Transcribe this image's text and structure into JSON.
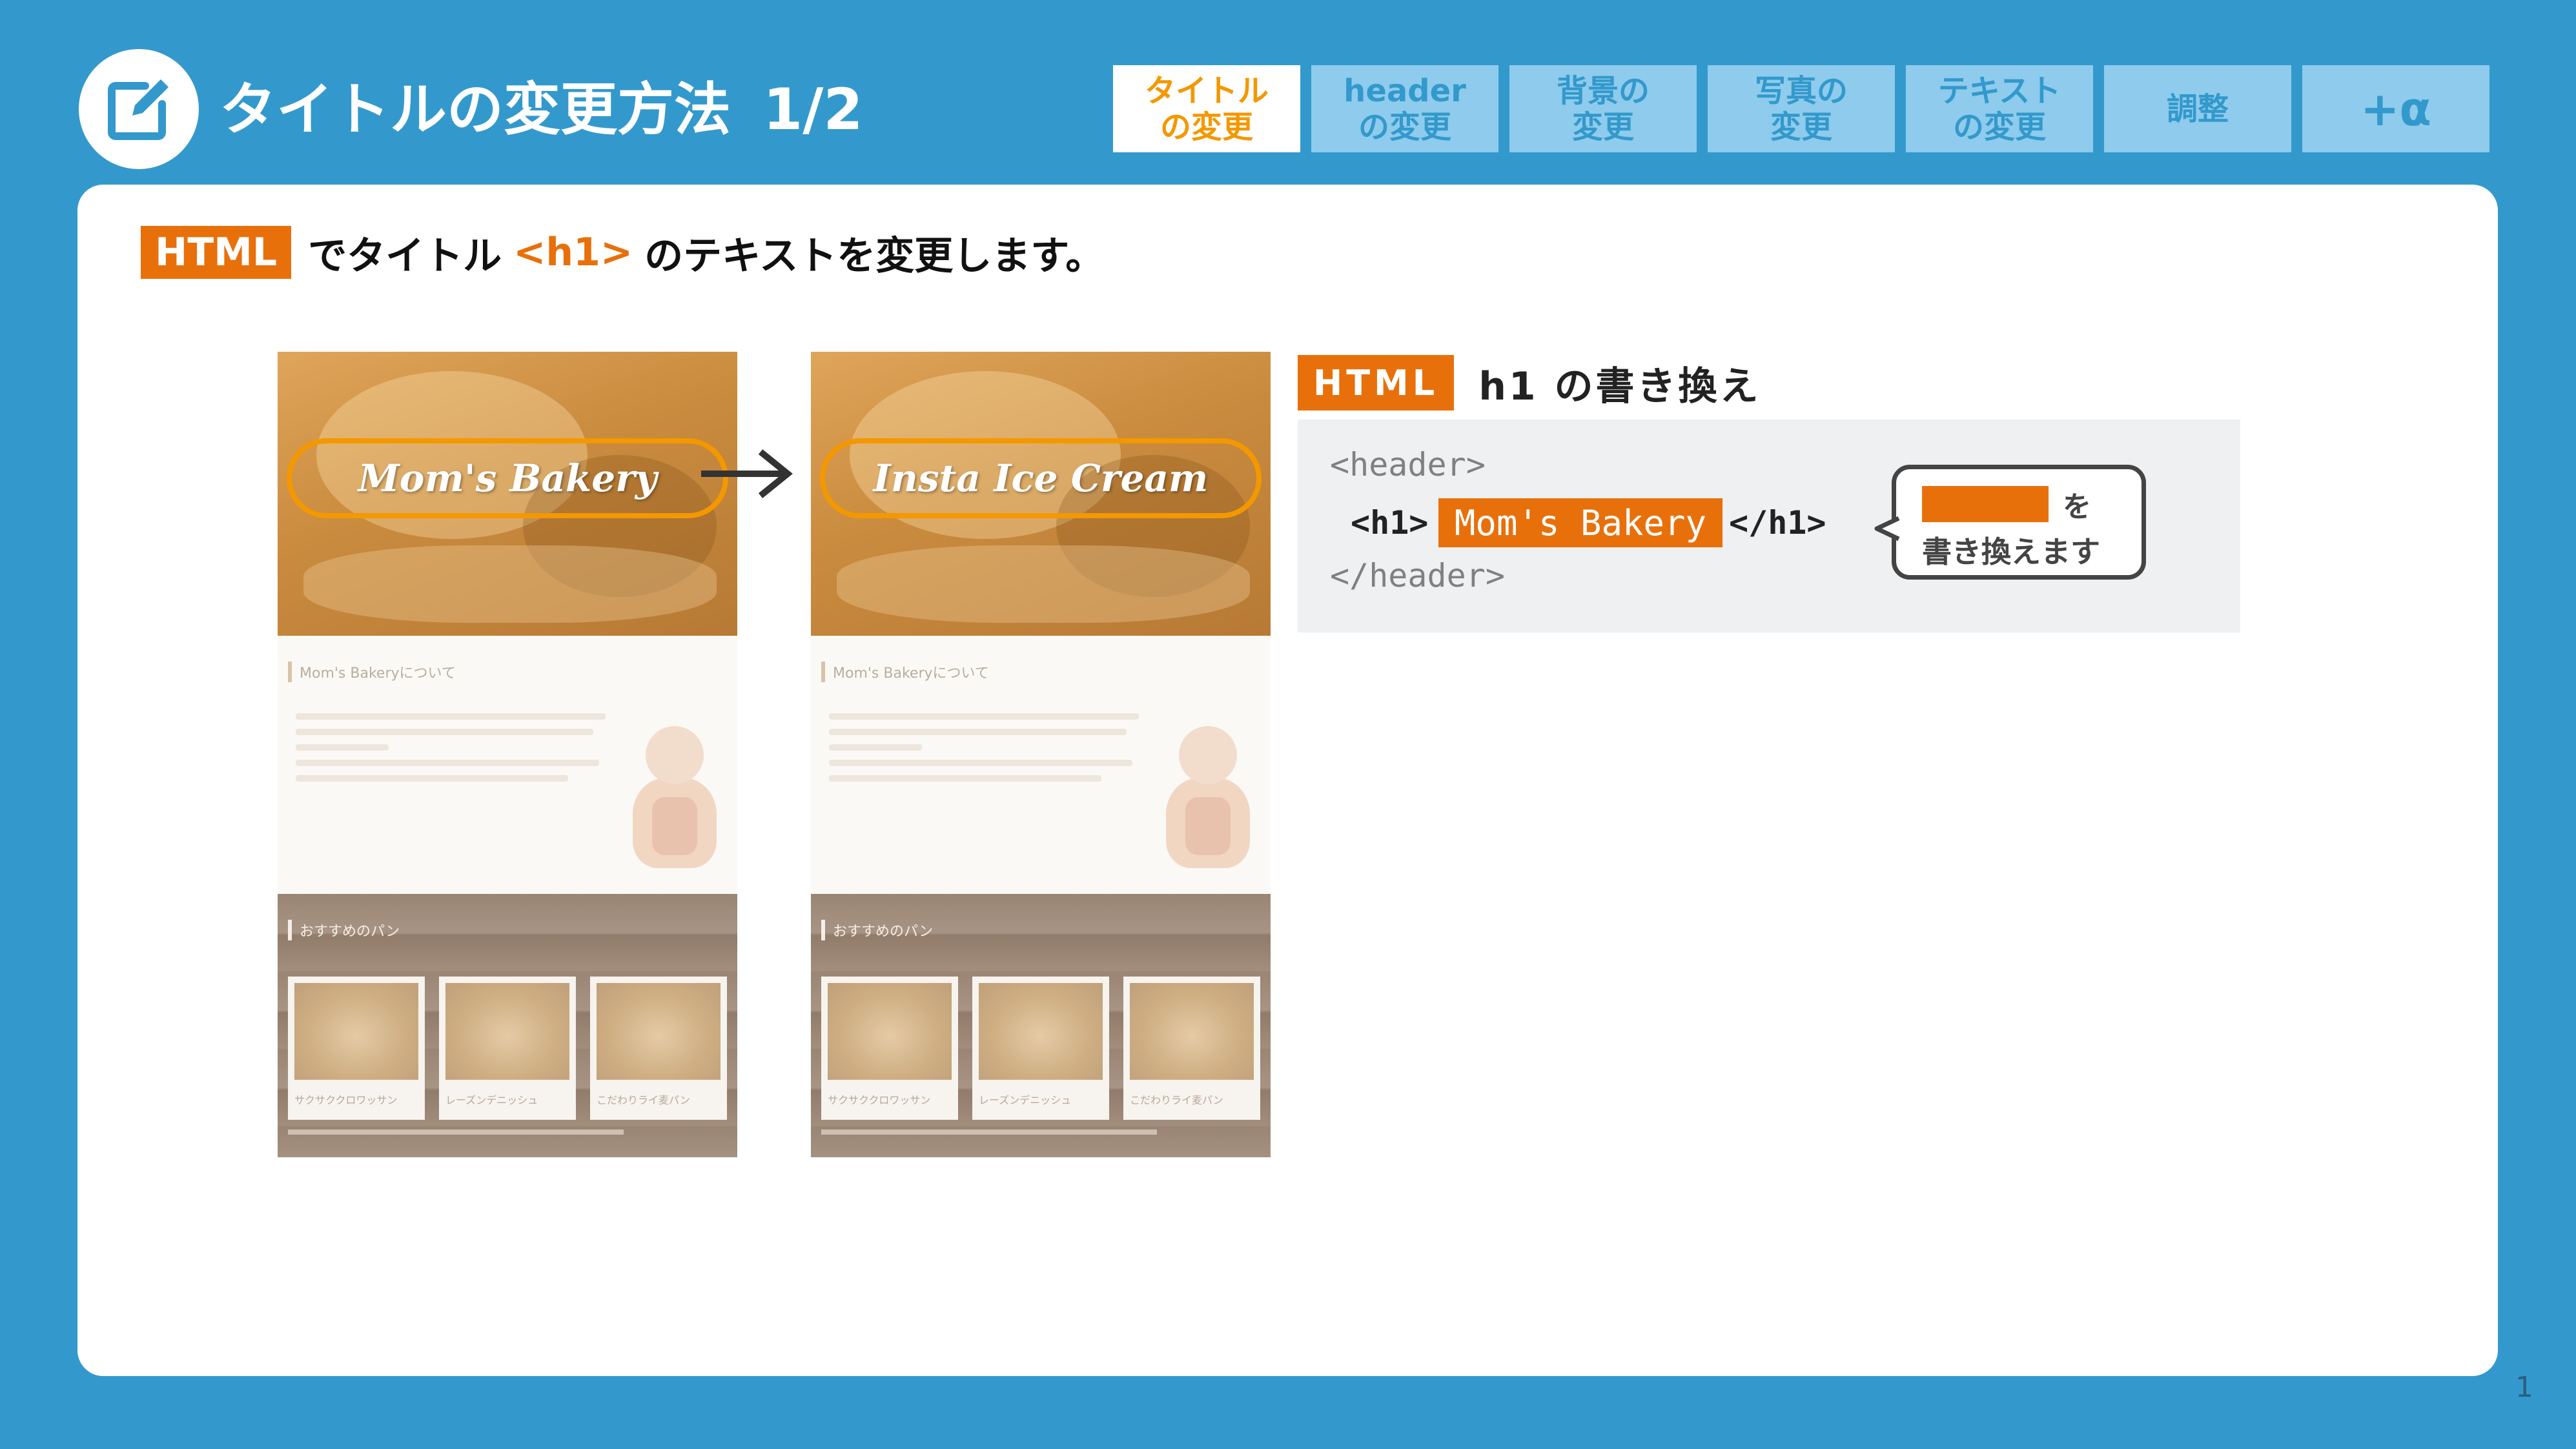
{
  "slide": {
    "title": "タイトルの変更方法",
    "page_indicator": "1/2",
    "page_number": "1",
    "icon": "edit-icon"
  },
  "tabs": [
    {
      "label": "タイトル\nの変更",
      "active": true
    },
    {
      "label": "header\nの変更",
      "active": false
    },
    {
      "label": "背景の\n変更",
      "active": false
    },
    {
      "label": "写真の\n変更",
      "active": false
    },
    {
      "label": "テキスト\nの変更",
      "active": false
    },
    {
      "label": "調整",
      "active": false
    },
    {
      "label": "+α",
      "active": false
    }
  ],
  "intro": {
    "badge": "HTML",
    "text_before": "でタイトル",
    "tag": "<h1>",
    "text_after": "のテキストを変更します。"
  },
  "before_site": {
    "title": "Mom's Bakery",
    "about_heading": "Mom's Bakeryについて",
    "products_heading": "おすすめのパン",
    "products": [
      "サクサククロワッサン",
      "レーズンデニッシュ",
      "こだわりライ麦パン"
    ]
  },
  "after_site": {
    "title": "Insta Ice Cream",
    "about_heading": "Mom's Bakeryについて",
    "products_heading": "おすすめのパン",
    "products": [
      "サクサククロワッサン",
      "レーズンデニッシュ",
      "こだわりライ麦パン"
    ]
  },
  "code_panel": {
    "badge": "HTML",
    "title": "h1 の書き換え",
    "line1": "<header>",
    "h1_open": "<h1>",
    "h1_text": "Mom's Bakery",
    "h1_close": "</h1>",
    "line3": "</header>",
    "bubble_suffix": "を",
    "bubble_text": "書き換えます"
  },
  "colors": {
    "background": "#3399CC",
    "accent_orange": "#E8700B",
    "tab_inactive": "#8ECBEC",
    "tab_active_text": "#F39800"
  }
}
